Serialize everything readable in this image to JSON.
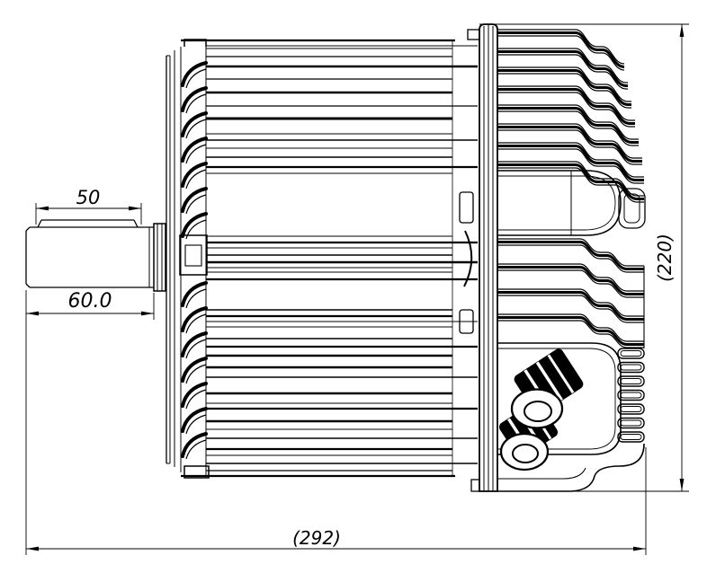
{
  "drawing": {
    "type": "technical-drawing",
    "subject": "electric-motor-side-view",
    "background_color": "#ffffff",
    "line_color": "#000000",
    "dimensions": {
      "key_length": "50",
      "shaft_length": "60.0",
      "overall_length": "(292)",
      "overall_height": "(220)"
    }
  }
}
